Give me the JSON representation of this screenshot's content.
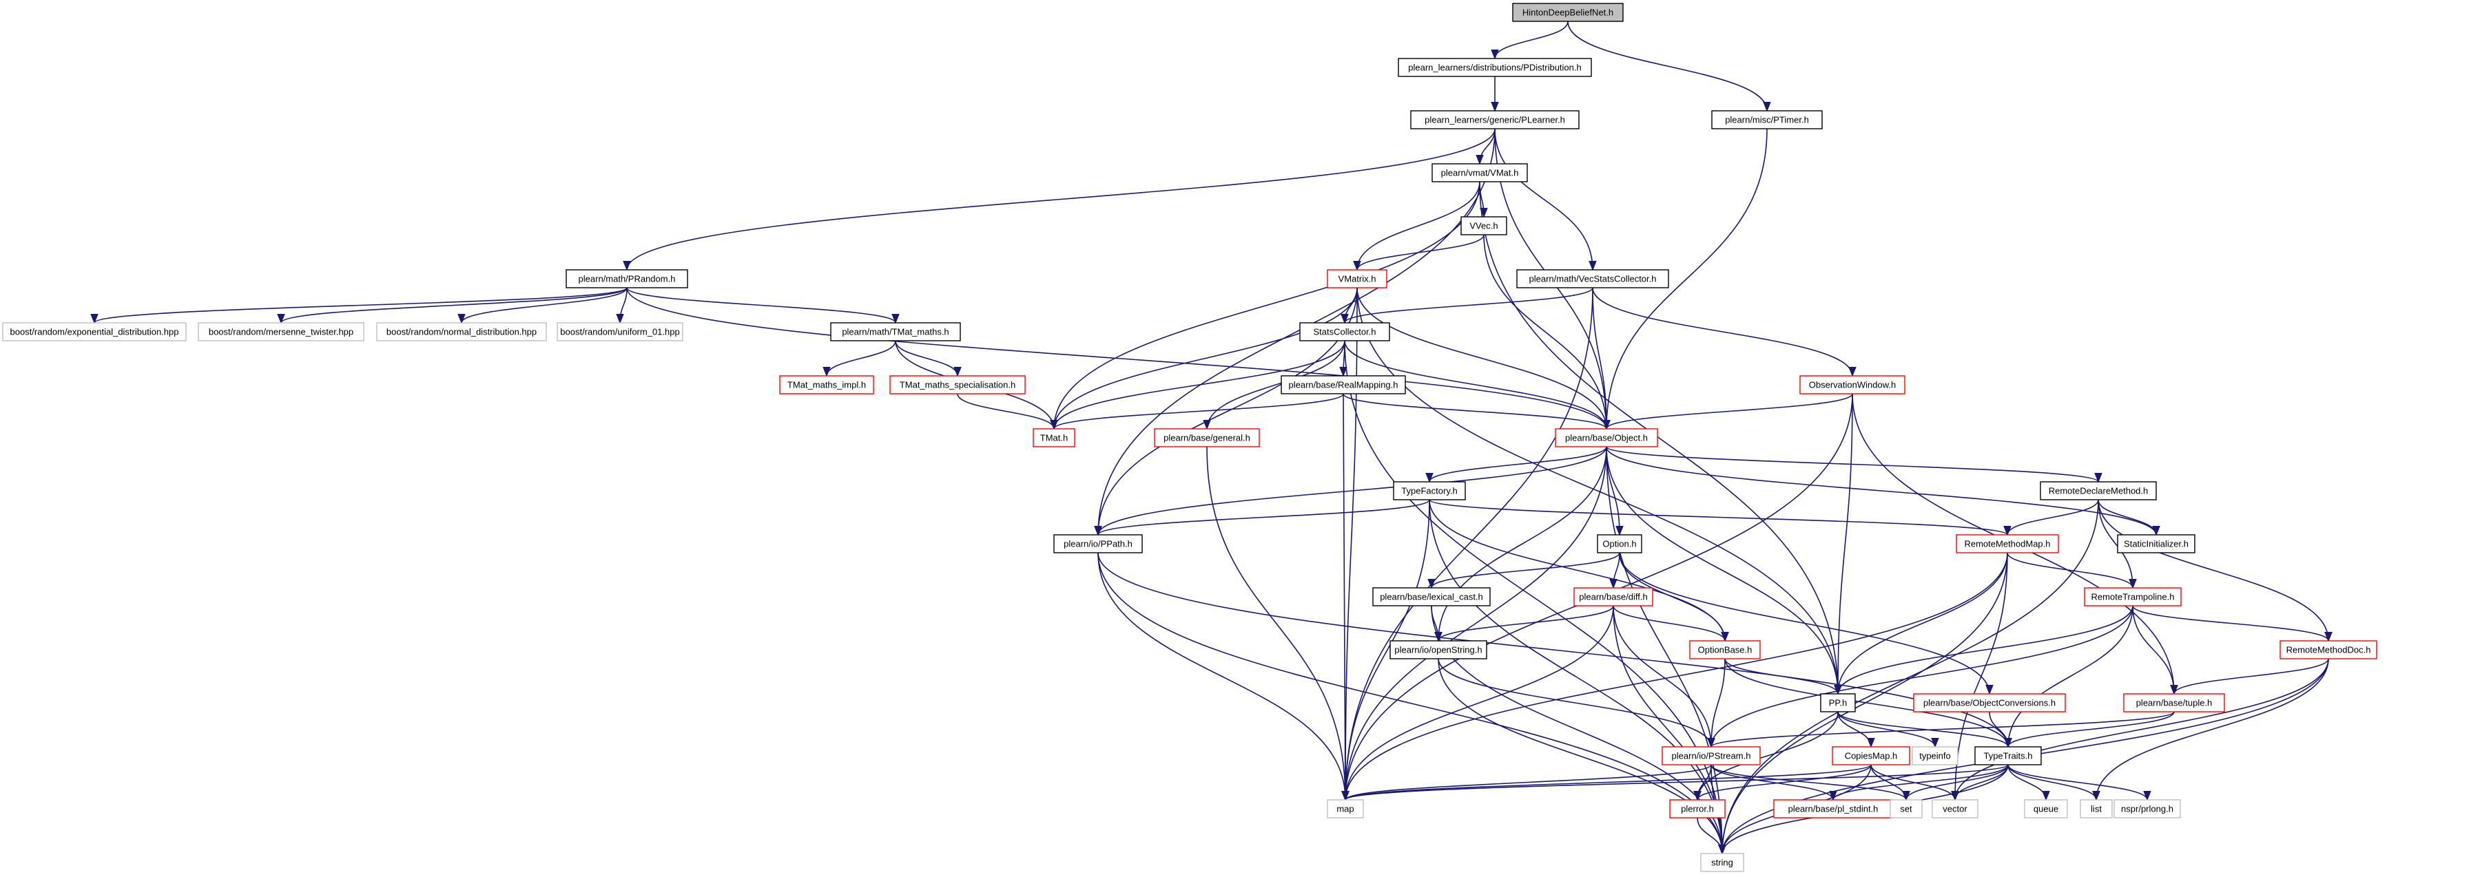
{
  "nodes": {
    "hinton": "HintonDeepBeliefNet.h",
    "pdist": "plearn_learners/distributions/PDistribution.h",
    "plearner": "plearn_learners/generic/PLearner.h",
    "ptimer": "plearn/misc/PTimer.h",
    "vmat": "plearn/vmat/VMat.h",
    "vvec": "VVec.h",
    "vmatrix": "VMatrix.h",
    "vecstats": "plearn/math/VecStatsCollector.h",
    "prandom": "plearn/math/PRandom.h",
    "boost_exp": "boost/random/exponential_distribution.hpp",
    "boost_mt": "boost/random/mersenne_twister.hpp",
    "boost_norm": "boost/random/normal_distribution.hpp",
    "boost_uni": "boost/random/uniform_01.hpp",
    "tmatmaths": "plearn/math/TMat_maths.h",
    "tmat_impl": "TMat_maths_impl.h",
    "tmat_spec": "TMat_maths_specialisation.h",
    "tmat": "TMat.h",
    "statscoll": "StatsCollector.h",
    "realmap": "plearn/base/RealMapping.h",
    "general": "plearn/base/general.h",
    "obswin": "ObservationWindow.h",
    "object": "plearn/base/Object.h",
    "typefactory": "TypeFactory.h",
    "remotedecl": "RemoteDeclareMethod.h",
    "ppath": "plearn/io/PPath.h",
    "option": "Option.h",
    "staticinit": "StaticInitializer.h",
    "remotemap": "RemoteMethodMap.h",
    "lexical": "plearn/base/lexical_cast.h",
    "diff": "plearn/base/diff.h",
    "trampoline": "RemoteTrampoline.h",
    "openstring": "plearn/io/openString.h",
    "optionbase": "OptionBase.h",
    "methoddoc": "RemoteMethodDoc.h",
    "pp": "PP.h",
    "objconv": "plearn/base/ObjectConversions.h",
    "tuple": "plearn/base/tuple.h",
    "pstream": "plearn/io/PStream.h",
    "copiesmap": "CopiesMap.h",
    "typeinfo": "typeinfo",
    "typetraits": "TypeTraits.h",
    "map": "map",
    "plerror": "plerror.h",
    "plstdint": "plearn/base/pl_stdint.h",
    "set": "set",
    "vector": "vector",
    "queue": "queue",
    "list": "list",
    "nspr": "nspr/prlong.h",
    "string": "string"
  },
  "colors": {
    "edge": "#191970",
    "border_ok": "#000000",
    "border_incomplete": "#ff0000",
    "border_system": "#bfbfbf",
    "root_fill": "#bfbfbf",
    "text": "#000000"
  }
}
